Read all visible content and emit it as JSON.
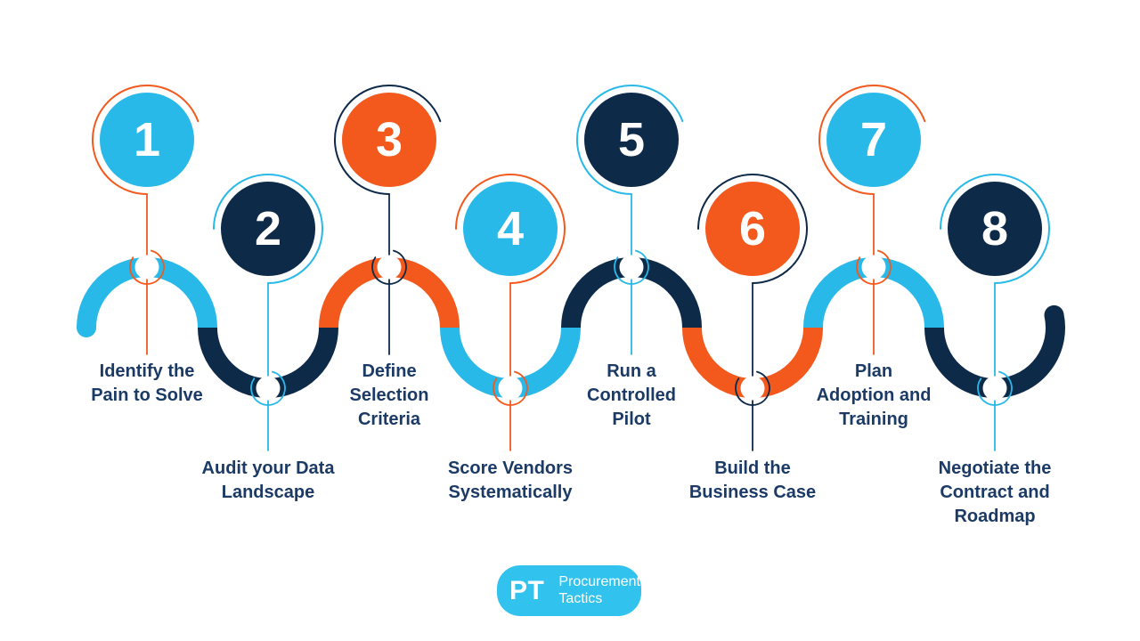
{
  "infographic": {
    "steps": [
      {
        "number": "1",
        "label": "Identify the\nPain to Solve",
        "circle_color": "blue",
        "accent_color": "orange",
        "row": "top"
      },
      {
        "number": "2",
        "label": "Audit your Data\nLandscape",
        "circle_color": "navy",
        "accent_color": "blue",
        "row": "bottom"
      },
      {
        "number": "3",
        "label": "Define\nSelection\nCriteria",
        "circle_color": "orange",
        "accent_color": "navy",
        "row": "top"
      },
      {
        "number": "4",
        "label": "Score Vendors\nSystematically",
        "circle_color": "blue",
        "accent_color": "orange",
        "row": "bottom"
      },
      {
        "number": "5",
        "label": "Run a\nControlled\nPilot",
        "circle_color": "navy",
        "accent_color": "blue",
        "row": "top"
      },
      {
        "number": "6",
        "label": "Build the\nBusiness Case",
        "circle_color": "orange",
        "accent_color": "navy",
        "row": "bottom"
      },
      {
        "number": "7",
        "label": "Plan\nAdoption and\nTraining",
        "circle_color": "blue",
        "accent_color": "orange",
        "row": "top"
      },
      {
        "number": "8",
        "label": "Negotiate the\nContract and\nRoadmap",
        "circle_color": "navy",
        "accent_color": "blue",
        "row": "bottom"
      }
    ],
    "logo": {
      "monogram": "PT",
      "name": "Procurement\nTactics"
    }
  },
  "colors": {
    "blue": "#29B9E8",
    "navy": "#0E2A49",
    "orange": "#F3591D",
    "label_text": "#1B3A66",
    "logo_blue": "#31C3EE",
    "number_text": "#FFFFFF"
  }
}
